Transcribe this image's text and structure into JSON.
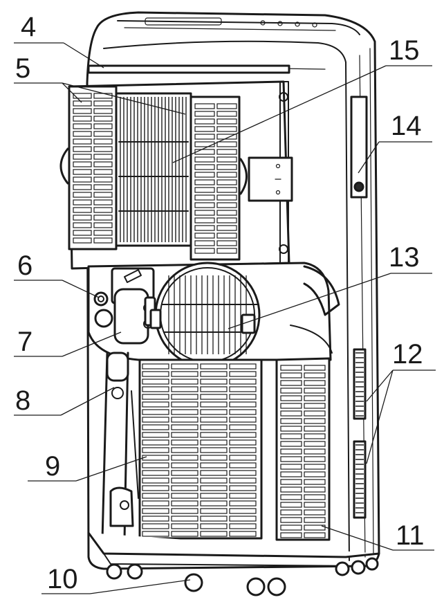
{
  "diagram": {
    "callouts": [
      {
        "id": "c4",
        "label": "4"
      },
      {
        "id": "c5",
        "label": "5"
      },
      {
        "id": "c15",
        "label": "15"
      },
      {
        "id": "c14",
        "label": "14"
      },
      {
        "id": "c6",
        "label": "6"
      },
      {
        "id": "c13",
        "label": "13"
      },
      {
        "id": "c7",
        "label": "7"
      },
      {
        "id": "c12",
        "label": "12"
      },
      {
        "id": "c8",
        "label": "8"
      },
      {
        "id": "c9",
        "label": "9"
      },
      {
        "id": "c11",
        "label": "11"
      },
      {
        "id": "c10",
        "label": "10"
      }
    ],
    "colors": {
      "line": "#1a1a1a",
      "background": "#ffffff"
    }
  }
}
